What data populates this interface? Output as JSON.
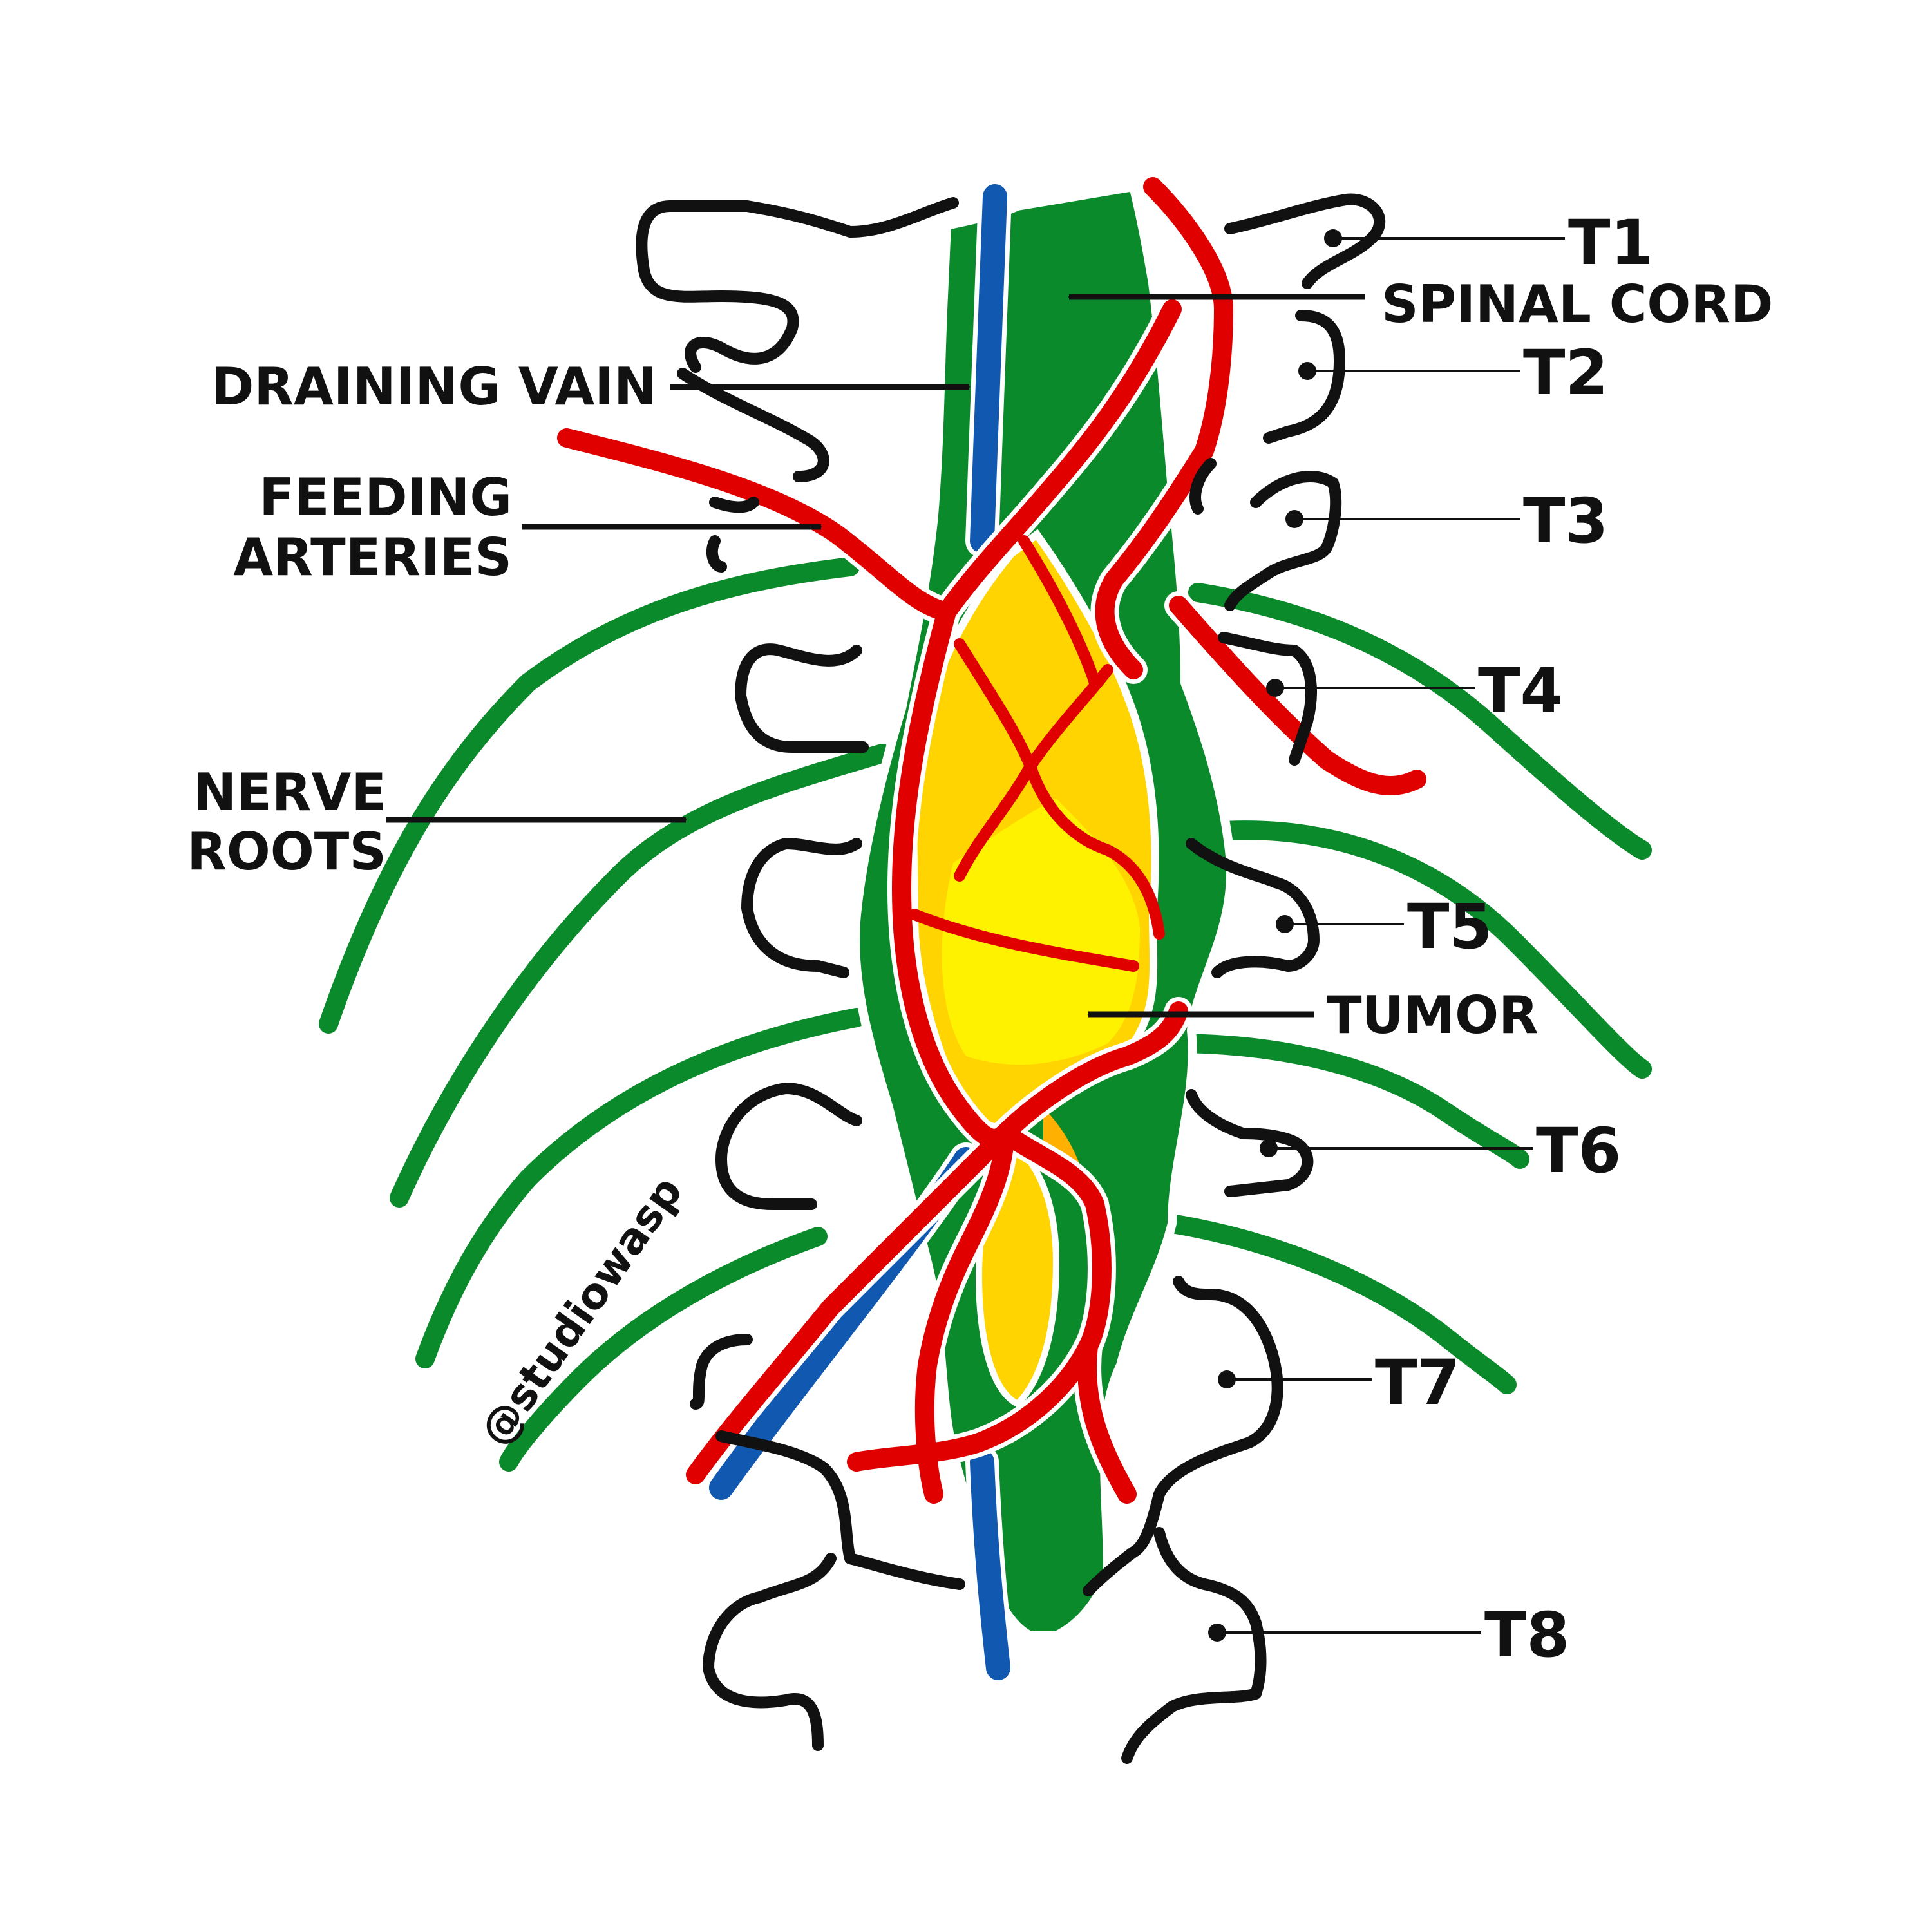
{
  "labels": {
    "draining_vain": "DRAINING VAIN",
    "feeding_line1": "FEEDING",
    "feeding_line2": "ARTERIES",
    "nerve_line1": "NERVE",
    "nerve_line2": "ROOTS",
    "spinal_cord": "SPINAL CORD",
    "tumor": "TUMOR"
  },
  "levels": [
    "T1",
    "T2",
    "T3",
    "T4",
    "T5",
    "T6",
    "T7",
    "T8"
  ],
  "watermark": "@studiowasp",
  "colors": {
    "cord": "#0a8a2a",
    "artery": "#e00000",
    "vein": "#1058b0",
    "tumor_light": "#fff200",
    "tumor_mid": "#ffd400",
    "tumor_dark": "#ffb000",
    "outline": "#111111"
  }
}
